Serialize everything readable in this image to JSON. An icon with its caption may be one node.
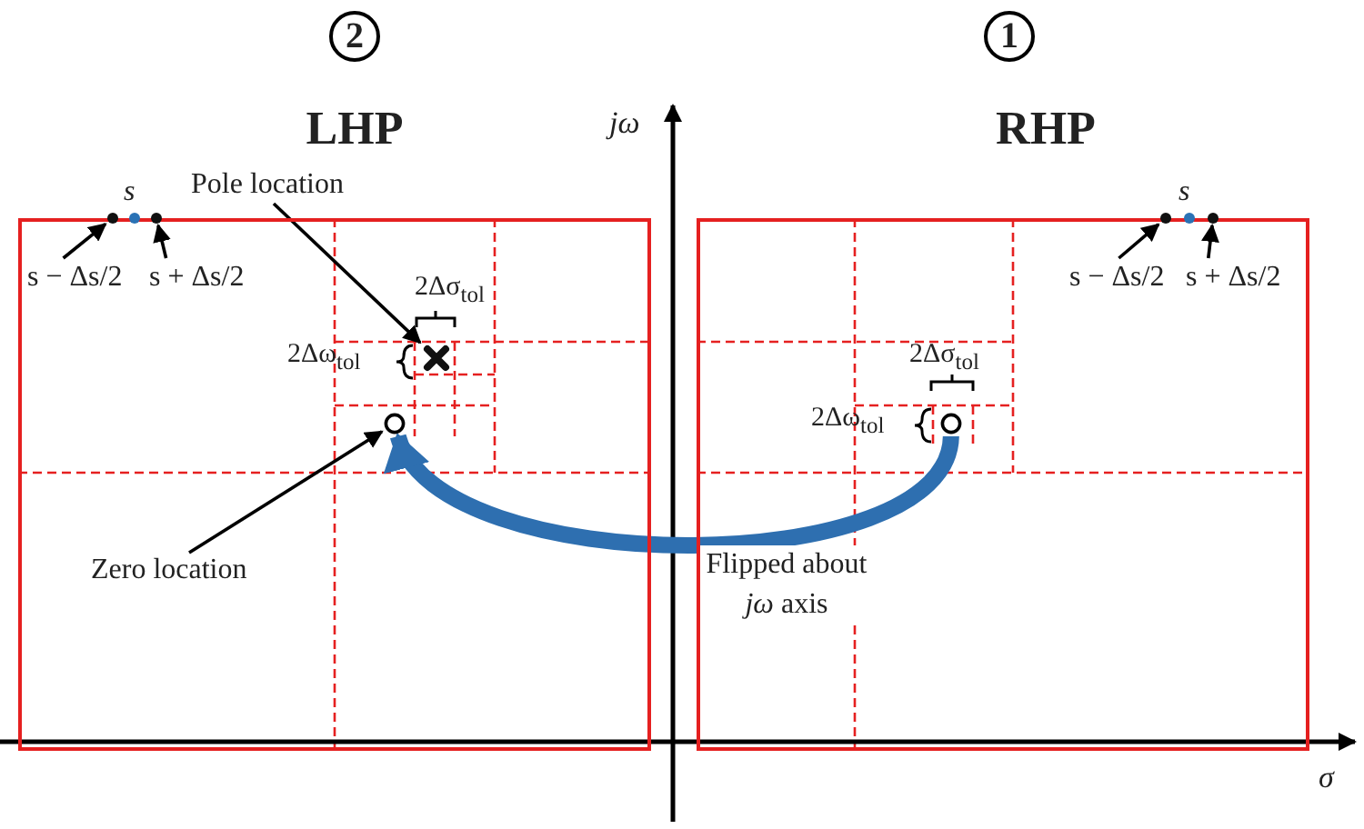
{
  "diagram": {
    "nodes": [
      {
        "text": [
          "LHP"
        ]
      },
      {
        "text": [
          "RHP"
        ]
      },
      {
        "text": [],
        "shape": "circle",
        "in": 0
      },
      {
        "text": [],
        "shape": "circle",
        "in": 0,
        "beside": [
          "s"
        ]
      },
      {
        "text": [],
        "shape": "circle",
        "in": 0
      },
      {
        "text": [
          "s − Δs/2"
        ],
        "in": 0
      },
      {
        "text": [
          "s + Δs/2"
        ],
        "in": 0
      },
      {
        "text": [
          "Pole location"
        ]
      },
      {
        "text": [],
        "shape": "cross",
        "in": 0
      },
      {
        "text": [],
        "shape": "circle",
        "in": 0
      },
      {
        "text": [
          "Zero location"
        ],
        "in": 0
      },
      {
        "text": [],
        "shape": "circle",
        "in": 1
      },
      {
        "text": [],
        "shape": "circle",
        "in": 1,
        "beside": [
          "s"
        ]
      },
      {
        "text": [],
        "shape": "circle",
        "in": 1
      },
      {
        "text": [
          "s − Δs/2"
        ],
        "in": 1
      },
      {
        "text": [
          "s + Δs/2"
        ],
        "in": 1
      },
      {
        "text": [],
        "shape": "circle",
        "in": 1
      }
    ],
    "edges": [
      {
        "from": 5,
        "to": 2,
        "arrow": "to"
      },
      {
        "from": 6,
        "to": 4,
        "arrow": "to"
      },
      {
        "from": 7,
        "to": 8,
        "arrow": "to"
      },
      {
        "from": 10,
        "to": 9,
        "arrow": "to"
      },
      {
        "from": 16,
        "to": 9,
        "arrow": "to",
        "label": "Flipped about *jω* axis",
        "style": "thick",
        "color": "#2e6fb0"
      },
      {
        "from": 14,
        "to": 11,
        "arrow": "to"
      },
      {
        "from": 15,
        "to": 13,
        "arrow": "to"
      }
    ],
    "labels": [
      "2",
      "1",
      "jω",
      "2Δσ$_{tol}$",
      "2Δω$_{tol}$",
      "2Δσ$_{tol}$",
      "2Δω$_{tol}$",
      "σ"
    ]
  }
}
